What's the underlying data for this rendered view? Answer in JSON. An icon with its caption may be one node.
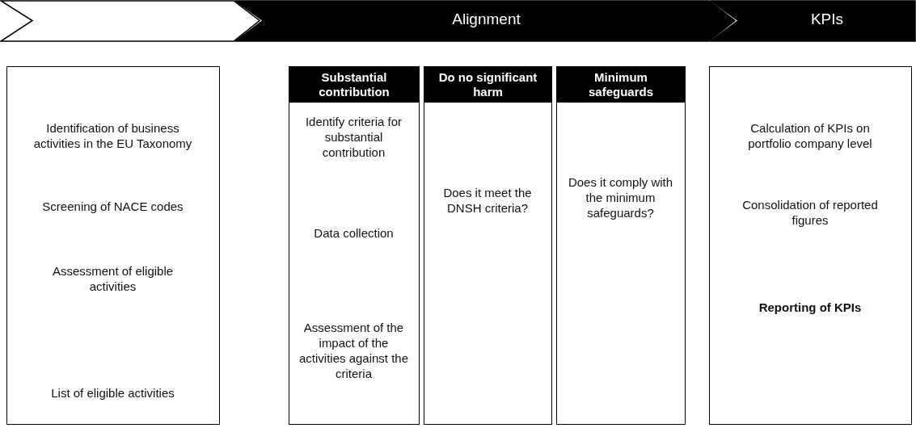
{
  "diagram": {
    "nodes": [
      {
        "text": [],
        "shape": "chevron"
      },
      {
        "text": [
          "Alignment"
        ]
      },
      {
        "text": [
          "KPIs"
        ]
      },
      {
        "text": [
          "Identification of business activities in the EU Taxonomy",
          "Screening of NACE codes",
          "Assessment of eligible activities",
          "List of eligible activities"
        ]
      },
      {
        "text": [
          "Substantial contribution",
          "Identify criteria for substantial contribution",
          "Data collection",
          "Assessment of the impact of the activities against the criteria"
        ]
      },
      {
        "text": [
          "Do no significant harm",
          "Does it meet the DNSH criteria?"
        ]
      },
      {
        "text": [
          "Minimum safeguards",
          "Does it comply with the minimum safeguards?"
        ]
      },
      {
        "text": [
          "Calculation of KPIs on portfolio company level",
          "Consolidation of reported figures",
          "Reporting of KPIs"
        ]
      }
    ],
    "edges": []
  }
}
